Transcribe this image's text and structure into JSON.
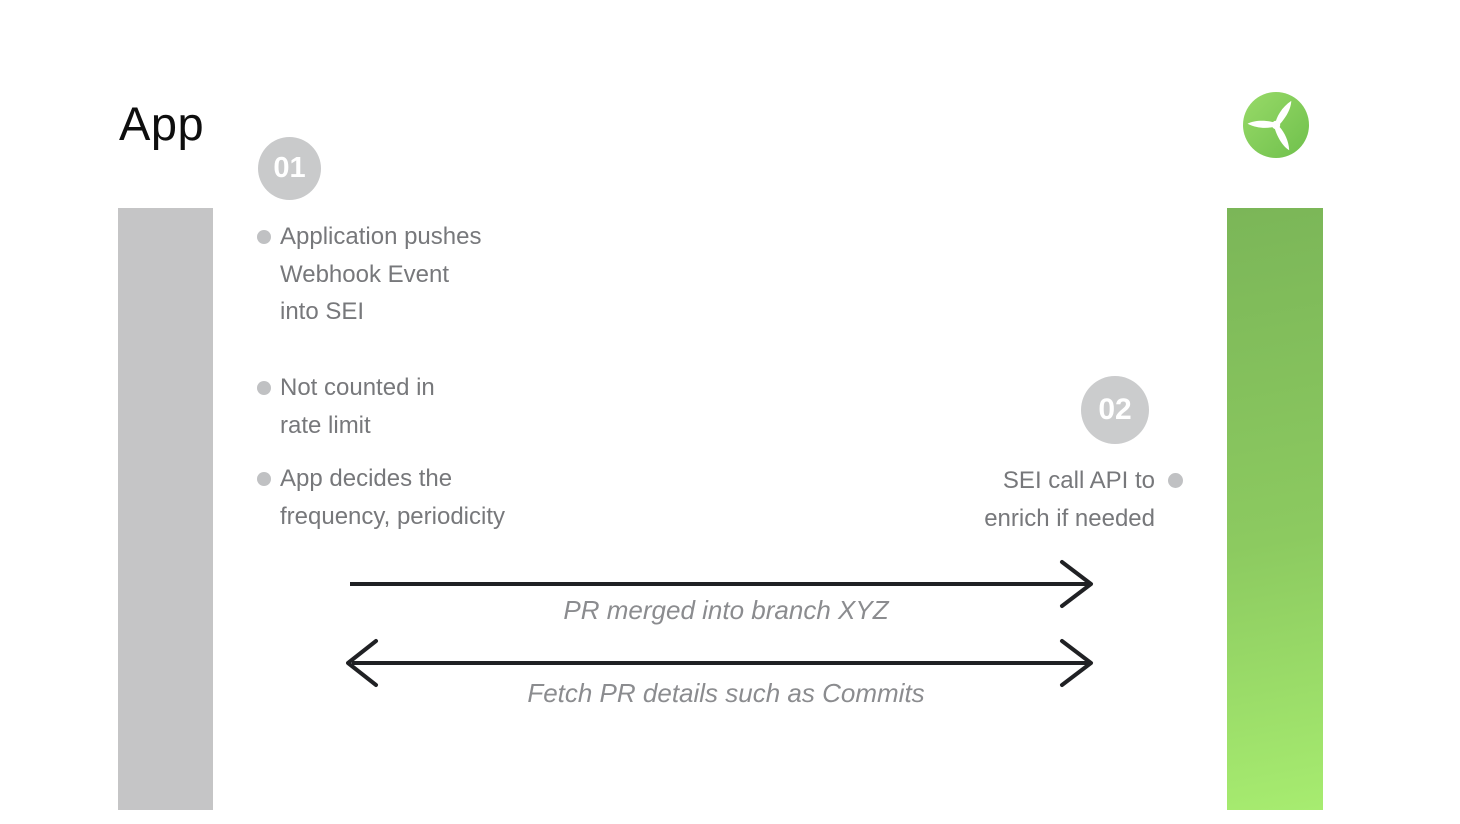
{
  "app": {
    "title": "App"
  },
  "steps": [
    {
      "number": "01",
      "bullets": [
        "Application pushes\nWebhook Event\ninto SEI",
        "Not counted in\nrate limit",
        "App decides the\nfrequency, periodicity"
      ]
    },
    {
      "number": "02",
      "note": "SEI call API to\nenrich if needed"
    }
  ],
  "arrows": [
    {
      "label": "PR merged into branch XYZ",
      "direction": "left-to-right"
    },
    {
      "label": "Fetch PR details such as Commits",
      "direction": "bidirectional"
    }
  ],
  "icons": {
    "logo": "propeller-icon"
  },
  "colors": {
    "left_bar": "#c5c5c6",
    "right_bar_gradient_top": "#7bb658",
    "right_bar_gradient_bottom": "#a7ec70",
    "badge_background": "#cacacc",
    "badge_text": "#ffffff",
    "bullet_dot": "#c0c1c3",
    "body_text": "#77787b",
    "arrow_label_text": "#8b8c8f",
    "arrow_stroke": "#202124",
    "logo_green_light": "#98da68",
    "logo_green_dark": "#6fc04c"
  }
}
